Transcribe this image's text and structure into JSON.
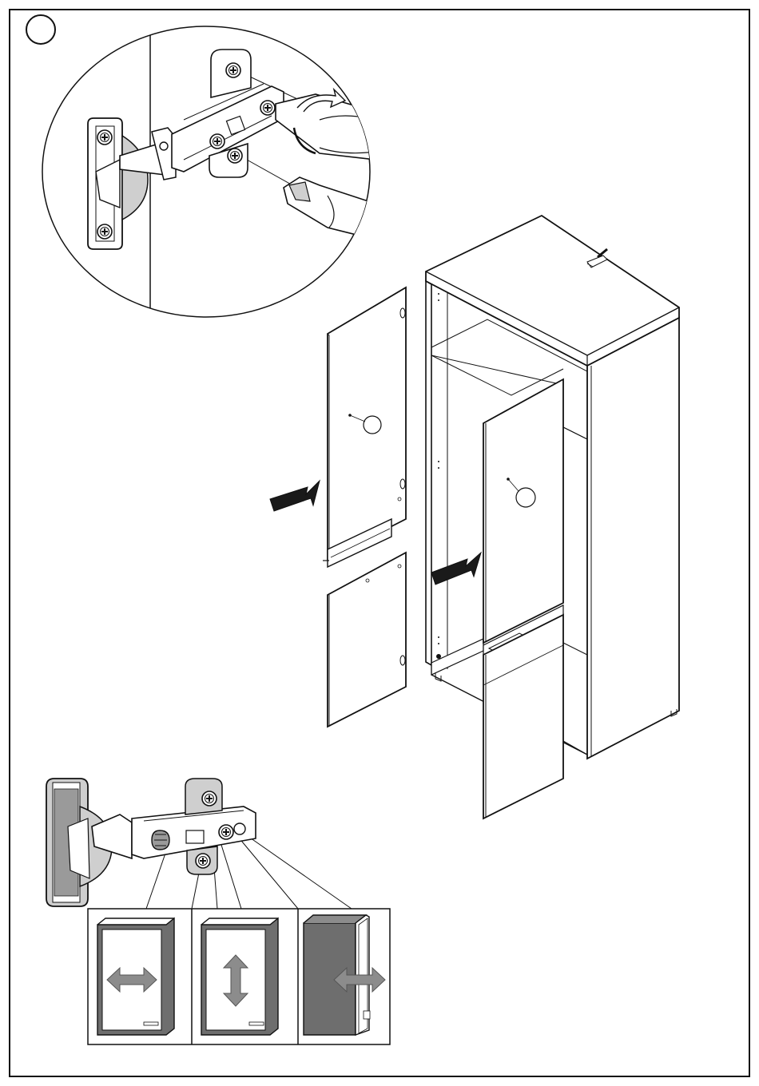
{
  "step": {
    "number": ""
  },
  "diagram": {
    "line_color": "#111111",
    "fill_light": "#ffffff",
    "fill_grey": "#cfcfcf",
    "fill_mid": "#9a9a9a",
    "fill_dark": "#6e6e6e",
    "arrow_fill": "#1a1a1a",
    "adjust_arrow_fill": "#8c8c8c",
    "parts": [
      "detail-hinge-screwdriver",
      "left-door-panel",
      "cabinet-body",
      "right-door-panel",
      "hinge-adjustment-detail"
    ],
    "adjustments": [
      {
        "name": "side-adjustment",
        "direction": "horizontal"
      },
      {
        "name": "height-adjustment",
        "direction": "vertical"
      },
      {
        "name": "depth-adjustment",
        "direction": "horizontal"
      }
    ]
  }
}
